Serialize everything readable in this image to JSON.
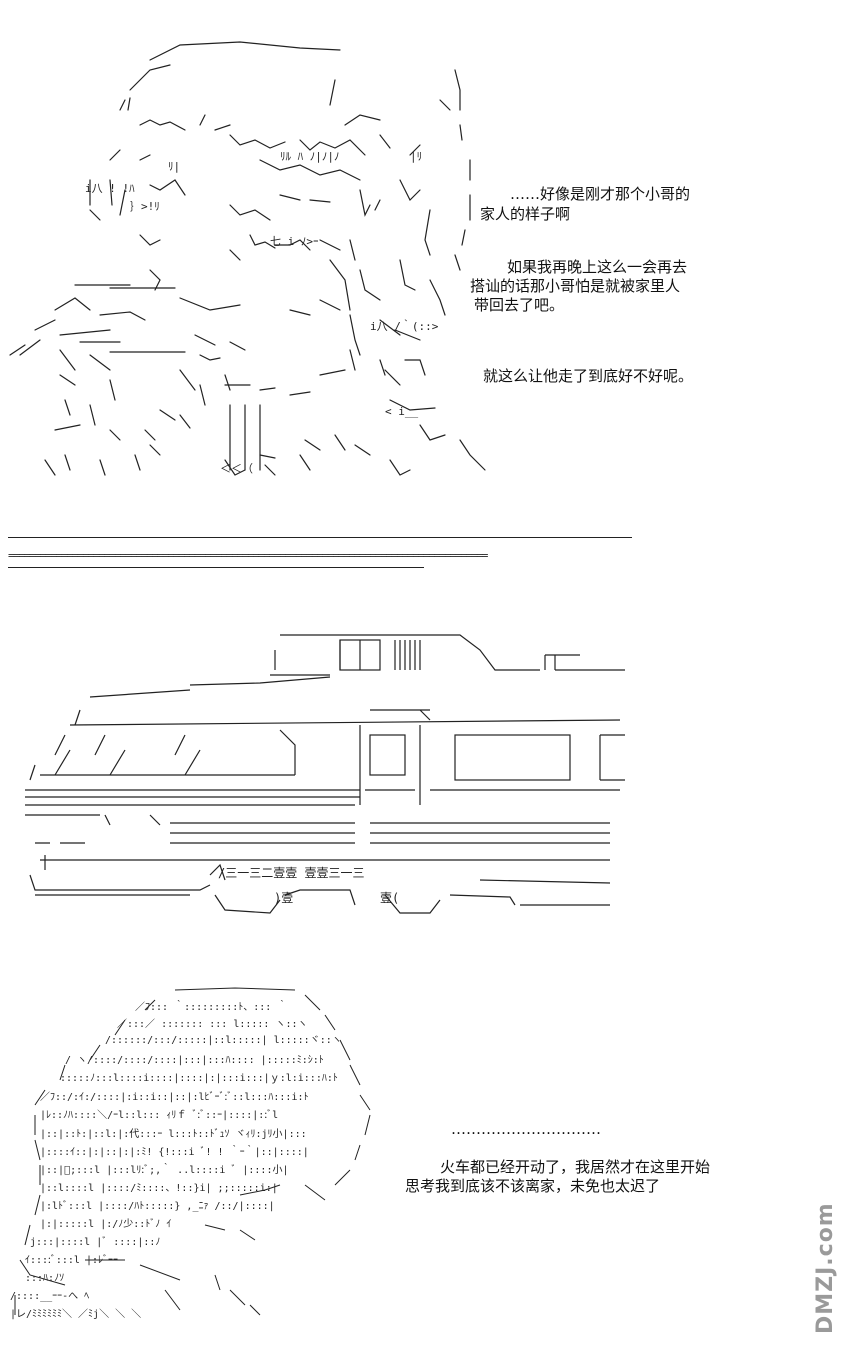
{
  "panel1": {
    "caption_lines": [
      "……好像是刚才那个小哥的",
      "家人的样子啊",
      "如果我再晚上这么一会再去",
      "搭讪的话那小哥怕是就被家里人",
      "带回去了吧。",
      "就这么让他走了到底好不好呢。"
    ]
  },
  "divider": {
    "equals_text": "=========================================================================================="
  },
  "panel3": {
    "dots": "…………………………",
    "caption_lines": [
      "火车都已经开动了，我居然才在这里开始",
      "思考我到底该不该离家，未免也太迟了"
    ]
  },
  "watermark": {
    "text": "DMZJ.com"
  },
  "colors": {
    "ink": "#111111",
    "paper": "#ffffff",
    "watermark": "#9a9a9a"
  }
}
